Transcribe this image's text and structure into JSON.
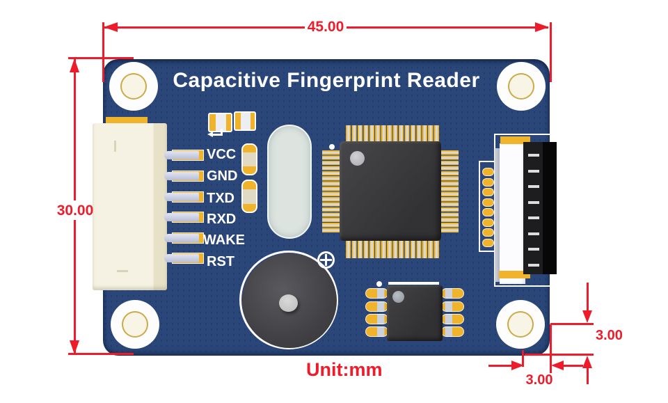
{
  "board": {
    "title": "Capacitive Fingerprint Reader",
    "pin_labels": [
      "VCC",
      "GND",
      "TXD",
      "RXD",
      "WAKE",
      "RST"
    ]
  },
  "dimensions": {
    "width": "45.00",
    "height": "30.00",
    "hole_offset_horizontal": "3.00",
    "hole_offset_vertical": "3.00",
    "unit": "Unit:mm"
  },
  "colors": {
    "dimension_red": "#ee1c2b",
    "board_blue": "#2b4779",
    "pad_gold": "#f0b42c",
    "silk_white": "#ffffff",
    "connector_cream": "#f3efdf",
    "chip_black": "#3a3a3c",
    "crystal_gray": "#dde4e0"
  }
}
